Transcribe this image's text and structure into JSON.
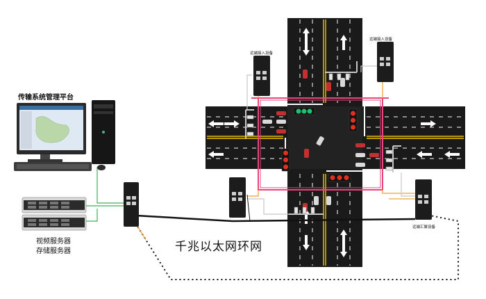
{
  "labels": {
    "management_platform": "传输系统管理平台",
    "video_server": "视频服务器",
    "storage_server": "存储服务器",
    "gigabit_ring": "千兆以太网环网",
    "remote_access_left": "远端接入设备",
    "remote_access_right": "远端接入设备",
    "remote_aggregation": "远端汇聚设备"
  },
  "colors": {
    "road": "#1a1a1a",
    "lane_marking": "#ffffff",
    "center_line": "#f2c200",
    "ring_pink": "#e8467c",
    "fiber_orange": "#f0a030",
    "cable_green": "#3ab05a",
    "cable_grey": "#b8b8b8",
    "signal_red": "#e03020",
    "signal_green": "#20c070"
  },
  "icons": {
    "computer": "desktop-computer-icon",
    "server": "rack-server-icon",
    "switch": "industrial-switch-icon",
    "camera": "cctv-camera-icon",
    "signal": "traffic-signal-icon"
  }
}
